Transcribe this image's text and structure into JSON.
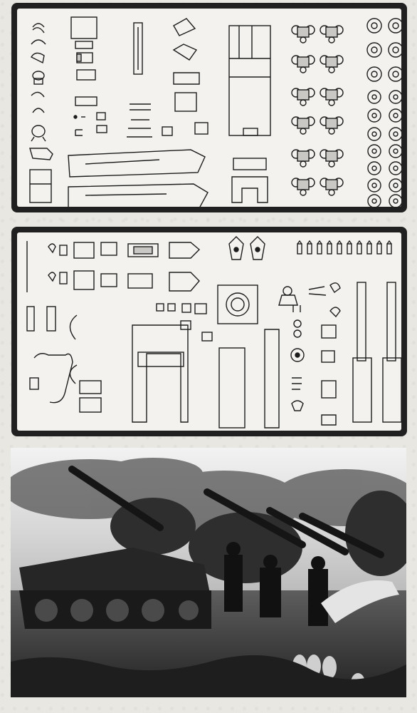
{
  "page": {
    "background": "#e9e7e1",
    "frame_color": "#202020",
    "sheet_fill": "#f3f2ee"
  },
  "sheets": [
    {
      "name": "parts-tree-1",
      "description_visible_text": ""
    },
    {
      "name": "parts-tree-2",
      "description_visible_text": ""
    }
  ],
  "photo": {
    "tones": [
      "#f2f2f2",
      "#9a9a9a",
      "#3a3a3a",
      "#111111"
    ],
    "icon": "historical-photo"
  }
}
